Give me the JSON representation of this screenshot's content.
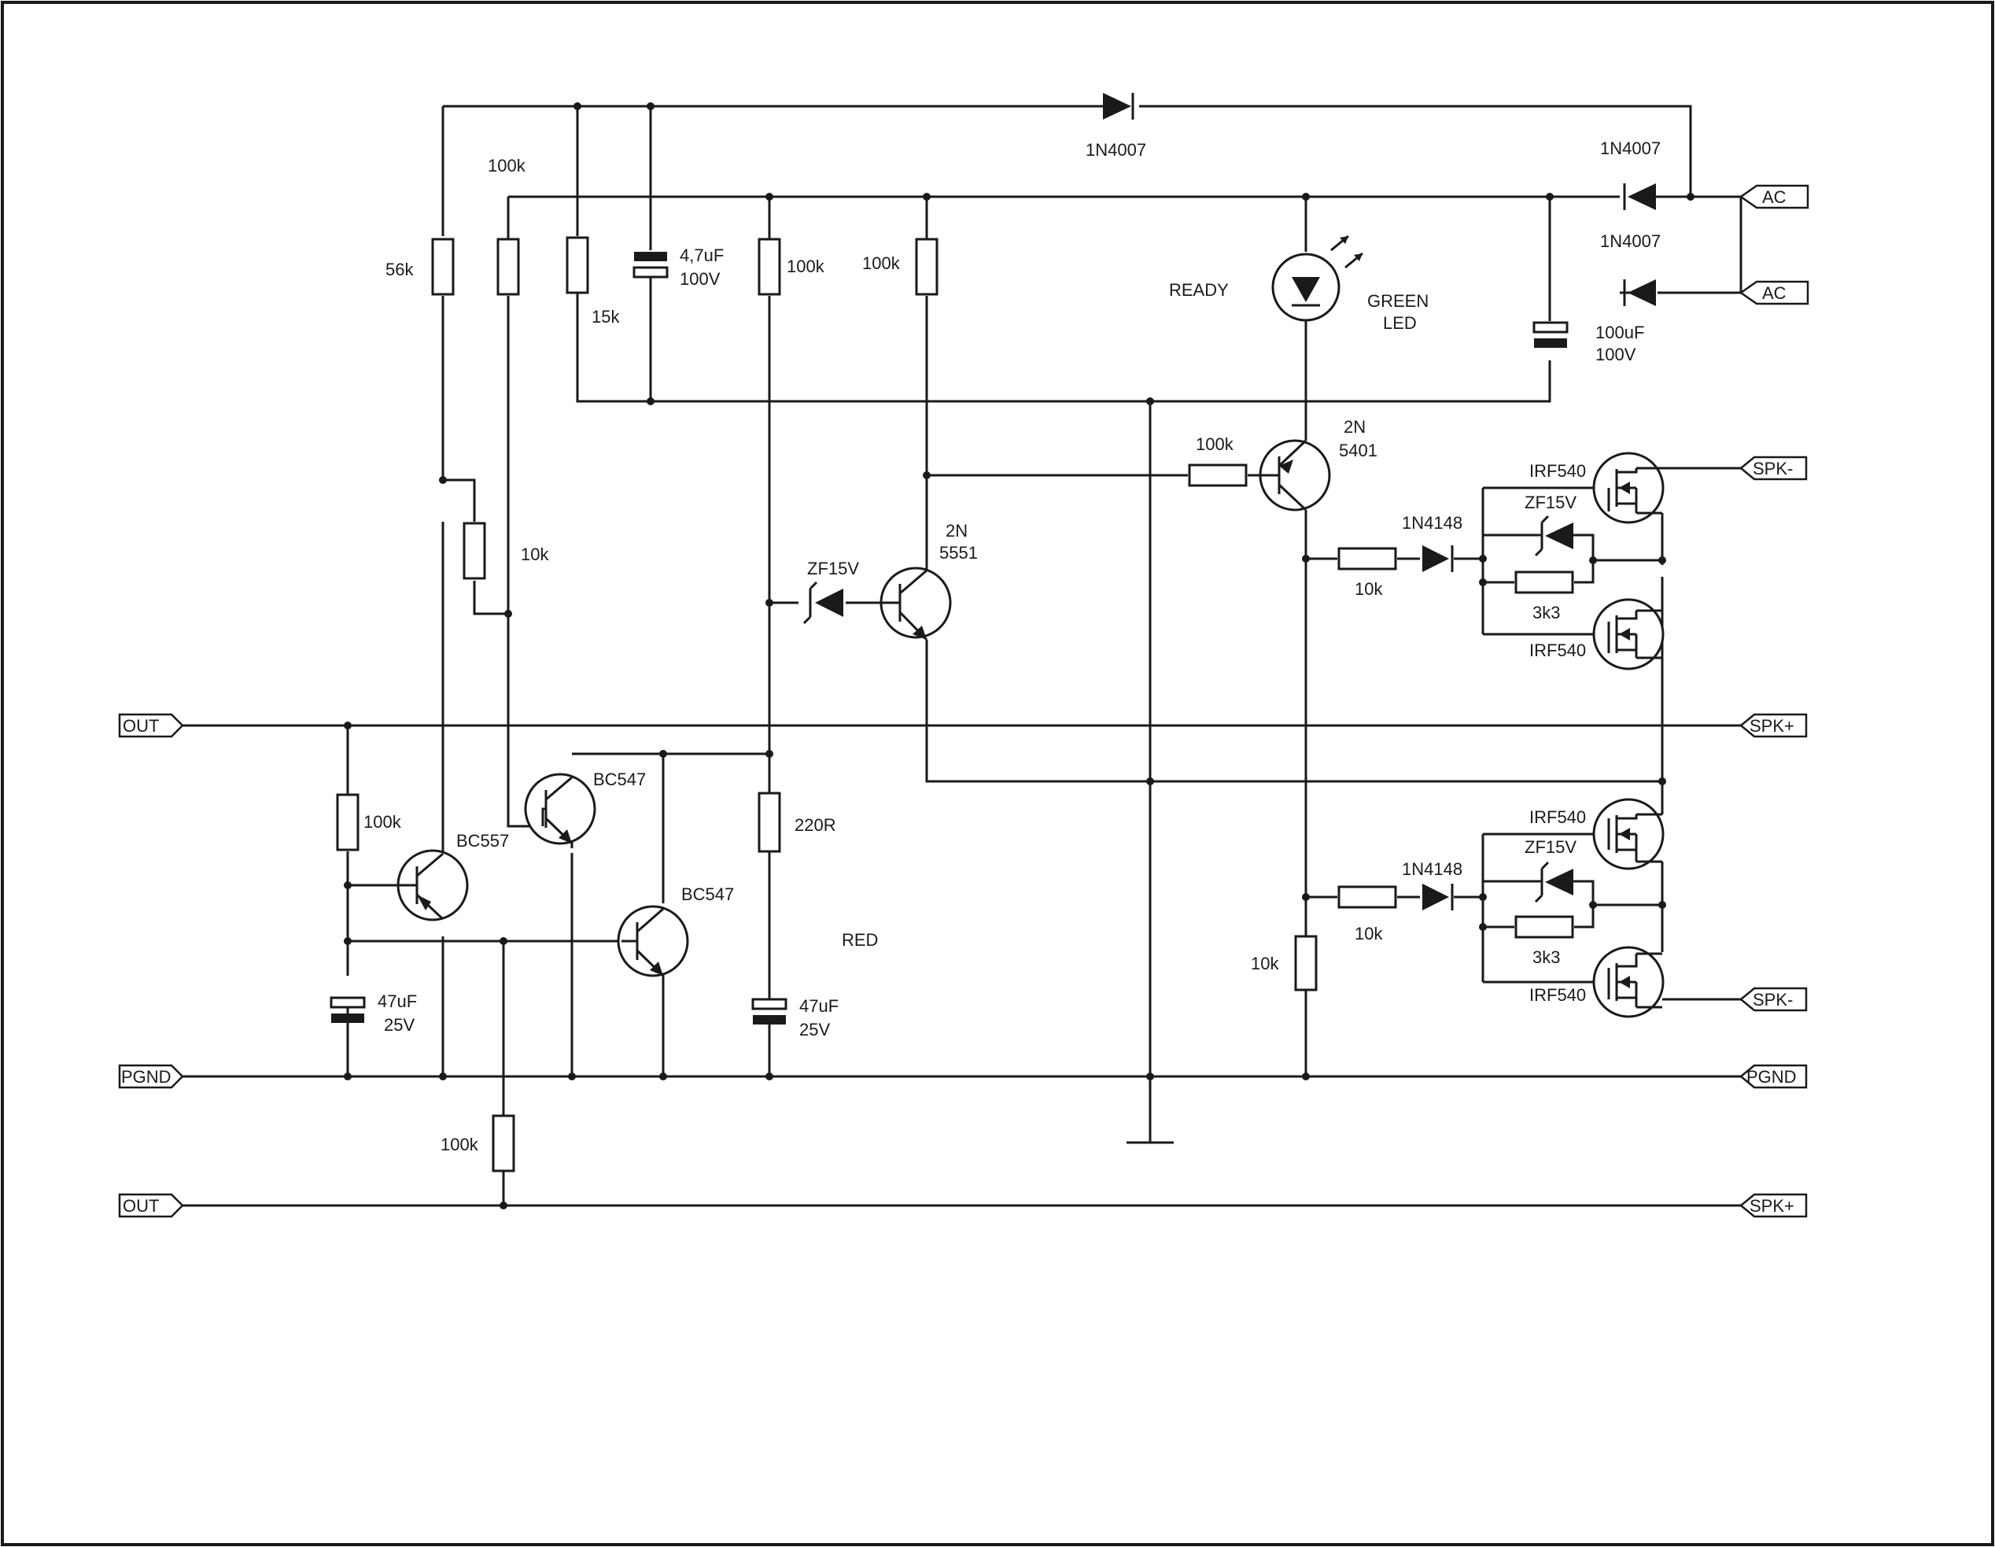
{
  "schematic": {
    "labels": {
      "d_top": "1N4007",
      "d_ac1": "1N4007",
      "d_ac2": "1N4007",
      "r56k": "56k",
      "r100k_top": "100k",
      "r15k": "15k",
      "c47u_a": "4,7uF",
      "c47u_b": "100V",
      "r100k_mid": "100k",
      "r100k_right": "100k",
      "ready": "READY",
      "green_a": "GREEN",
      "green_b": "LED",
      "c100u_a": "100uF",
      "c100u_b": "100V",
      "r100k_base": "100k",
      "q5401_a": "2N",
      "q5401_b": "5401",
      "r10k_left": "10k",
      "q5551_a": "2N",
      "q5551_b": "5551",
      "zf_left": "ZF15V",
      "r100k_out": "100k",
      "bc557": "BC557",
      "bc547_top": "BC547",
      "bc547_bot": "BC547",
      "r220": "220R",
      "red": "RED",
      "c47_l_a": "47uF",
      "c47_l_b": "25V",
      "c47_r_a": "47uF",
      "c47_r_b": "25V",
      "r100k_bot": "100k",
      "r10k_bottom_col": "10k",
      "top_1n4148": "1N4148",
      "top_r10k": "10k",
      "top_zf": "ZF15V",
      "top_3k3": "3k3",
      "top_irf_a": "IRF540",
      "top_irf_b": "IRF540",
      "bot_1n4148": "1N4148",
      "bot_r10k": "10k",
      "bot_zf": "ZF15V",
      "bot_3k3": "3k3",
      "bot_irf_a": "IRF540",
      "bot_irf_b": "IRF540"
    },
    "ports": {
      "ac1": "AC",
      "ac2": "AC",
      "spk_minus_top": "SPK-",
      "spk_plus_top": "SPK+",
      "spk_minus_bot": "SPK-",
      "pgnd_left": "PGND",
      "pgnd_right": "PGND",
      "out_top": "OUT",
      "out_bot": "OUT",
      "spk_plus_bot": "SPK+"
    }
  }
}
